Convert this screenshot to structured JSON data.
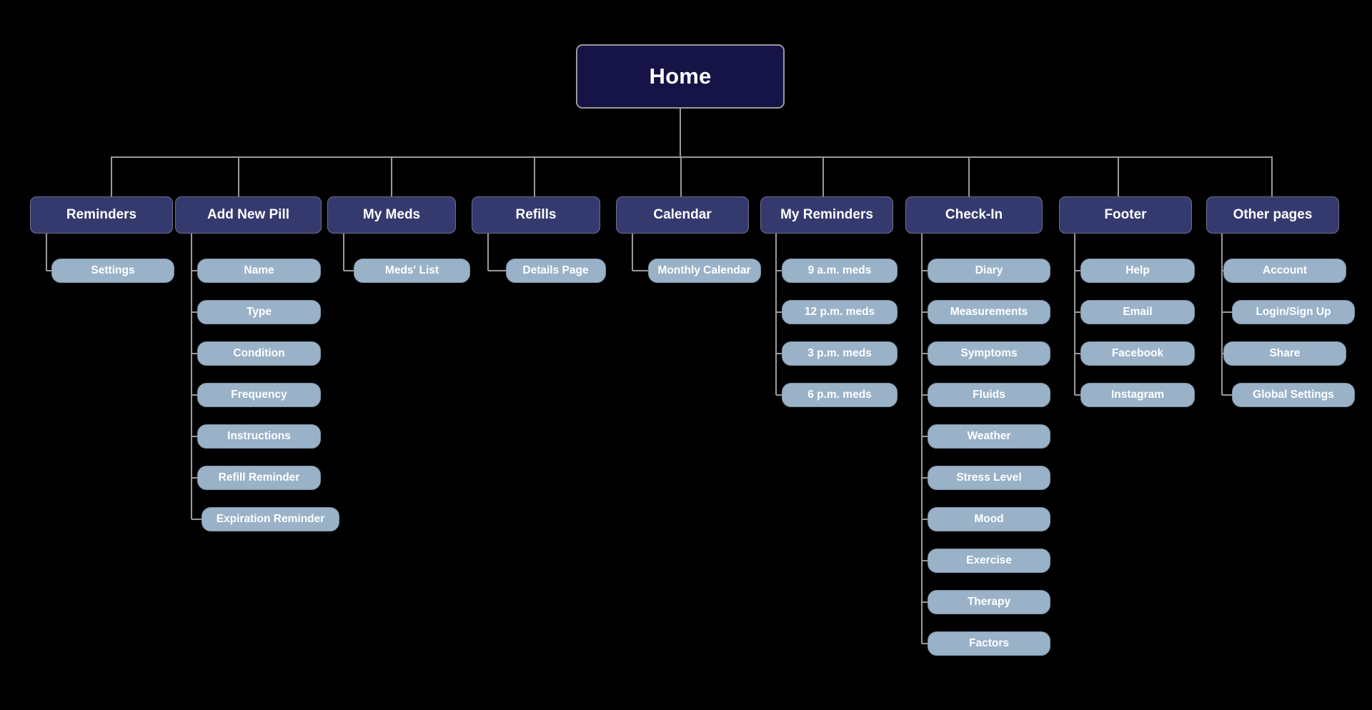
{
  "diagram": {
    "title": "Home",
    "type": "sitemap-tree",
    "background_color": "#000000",
    "colors": {
      "root_fill": "#161446",
      "section_fill": "#343a6e",
      "leaf_fill": "#9ab2c8",
      "connector": "#9a9a9a",
      "text": "#ffffff"
    }
  },
  "root": {
    "label": "Home"
  },
  "sections": [
    {
      "id": "reminders",
      "label": "Reminders",
      "children": [
        {
          "label": "Settings"
        }
      ]
    },
    {
      "id": "add-new-pill",
      "label": "Add New Pill",
      "children": [
        {
          "label": "Name"
        },
        {
          "label": "Type"
        },
        {
          "label": "Condition"
        },
        {
          "label": "Frequency"
        },
        {
          "label": "Instructions"
        },
        {
          "label": "Refill Reminder"
        },
        {
          "label": "Expiration Reminder"
        }
      ]
    },
    {
      "id": "my-meds",
      "label": "My Meds",
      "children": [
        {
          "label": "Meds' List"
        }
      ]
    },
    {
      "id": "refills",
      "label": "Refills",
      "children": [
        {
          "label": "Details Page"
        }
      ]
    },
    {
      "id": "calendar",
      "label": "Calendar",
      "children": [
        {
          "label": "Monthly Calendar"
        }
      ]
    },
    {
      "id": "my-reminders",
      "label": "My Reminders",
      "children": [
        {
          "label": "9 a.m. meds"
        },
        {
          "label": "12 p.m. meds"
        },
        {
          "label": "3 p.m. meds"
        },
        {
          "label": "6 p.m. meds"
        }
      ]
    },
    {
      "id": "check-in",
      "label": "Check-In",
      "children": [
        {
          "label": "Diary"
        },
        {
          "label": "Measurements"
        },
        {
          "label": "Symptoms"
        },
        {
          "label": "Fluids"
        },
        {
          "label": "Weather"
        },
        {
          "label": "Stress Level"
        },
        {
          "label": "Mood"
        },
        {
          "label": "Exercise"
        },
        {
          "label": "Therapy"
        },
        {
          "label": "Factors"
        }
      ]
    },
    {
      "id": "footer",
      "label": "Footer",
      "children": [
        {
          "label": "Help"
        },
        {
          "label": "Email"
        },
        {
          "label": "Facebook"
        },
        {
          "label": "Instagram"
        }
      ]
    },
    {
      "id": "other-pages",
      "label": "Other pages",
      "children": [
        {
          "label": "Account"
        },
        {
          "label": "Login/Sign Up"
        },
        {
          "label": "Share"
        },
        {
          "label": "Global Settings"
        }
      ]
    }
  ]
}
